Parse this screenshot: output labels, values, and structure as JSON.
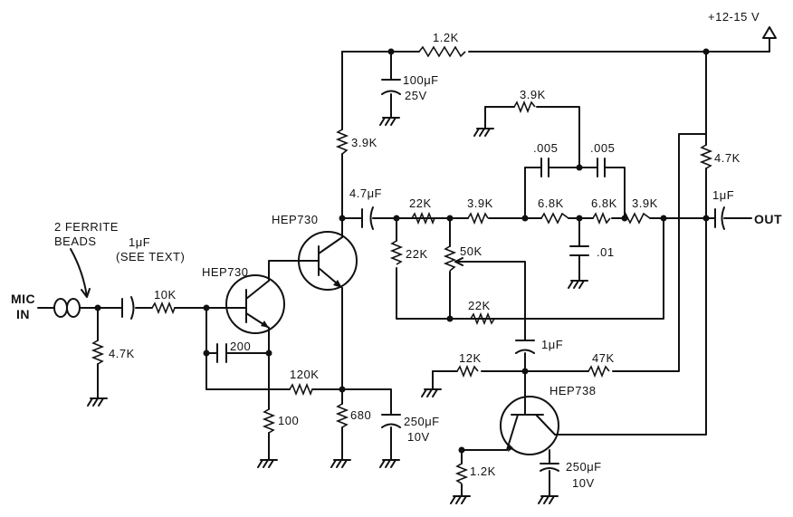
{
  "supply": {
    "label": "+12-15 V"
  },
  "input": {
    "mic": "MIC",
    "in": "IN",
    "beads_line1": "2 FERRITE",
    "beads_line2": "BEADS",
    "cap_value": "1μF",
    "cap_note": "(SEE TEXT)"
  },
  "output": {
    "label": "OUT",
    "cap_value": "1μF"
  },
  "transistors": {
    "q1": "HEP730",
    "q2": "HEP730",
    "q3": "HEP738"
  },
  "resistors": {
    "r_top": "1.2K",
    "r_q2_collector": "3.9K",
    "r_input_shunt": "4.7K",
    "r_input_series": "10K",
    "r_q1_emitter": "100",
    "r_feedback": "120K",
    "r_q2_emitter": "680",
    "r_filter1": "22K",
    "r_filter_shunt": "22K",
    "r_filter2": "3.9K",
    "r_bridge_top": "3.9K",
    "r_twin_t1": "6.8K",
    "r_twin_t2": "6.8K",
    "r_filter3": "3.9K",
    "r_out_pullup": "4.7K",
    "pot": "50K",
    "r_bottom": "22K",
    "r_q3_base": "12K",
    "r_q3_fb": "47K",
    "r_q3_emitter": "1.2K"
  },
  "capacitors": {
    "c_supply_value": "100μF",
    "c_supply_voltage": "25V",
    "c_coupling": "4.7μF",
    "c_q1_fb": "200",
    "c_q2_em_value": "250μF",
    "c_q2_em_voltage": "10V",
    "c_twin1": ".005",
    "c_twin2": ".005",
    "c_twin_shunt": ".01",
    "c_q3_base": "1μF",
    "c_q3_em_value": "250μF",
    "c_q3_em_voltage": "10V"
  }
}
